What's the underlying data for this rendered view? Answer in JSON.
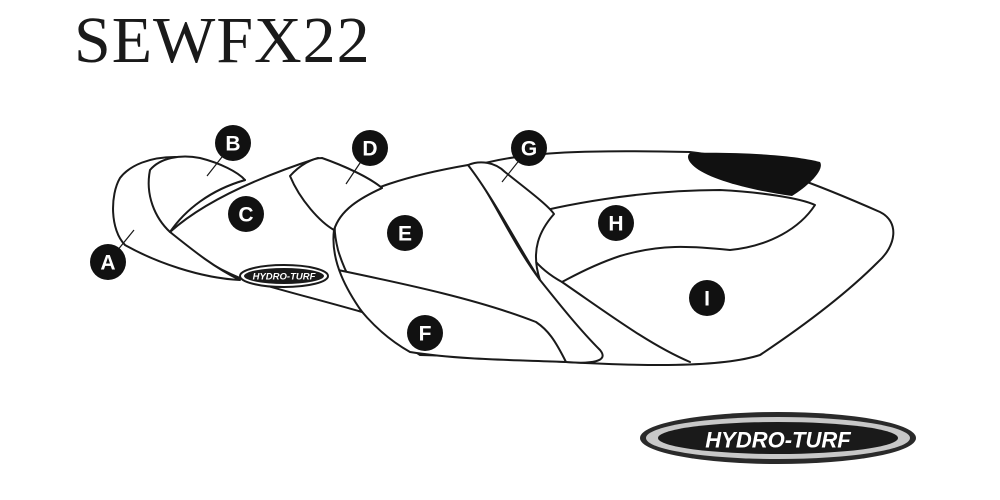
{
  "title": "SEWFX22",
  "brand": "HYDRO-TURF",
  "panel_labels": [
    "A",
    "B",
    "C",
    "D",
    "E",
    "F",
    "G",
    "H",
    "I"
  ],
  "colors": {
    "ink": "#1a1a1a",
    "badge_fill": "#111111",
    "badge_text": "#ffffff",
    "logo_silver": "#c8c8c8",
    "logo_dark": "#2a2a2a"
  }
}
